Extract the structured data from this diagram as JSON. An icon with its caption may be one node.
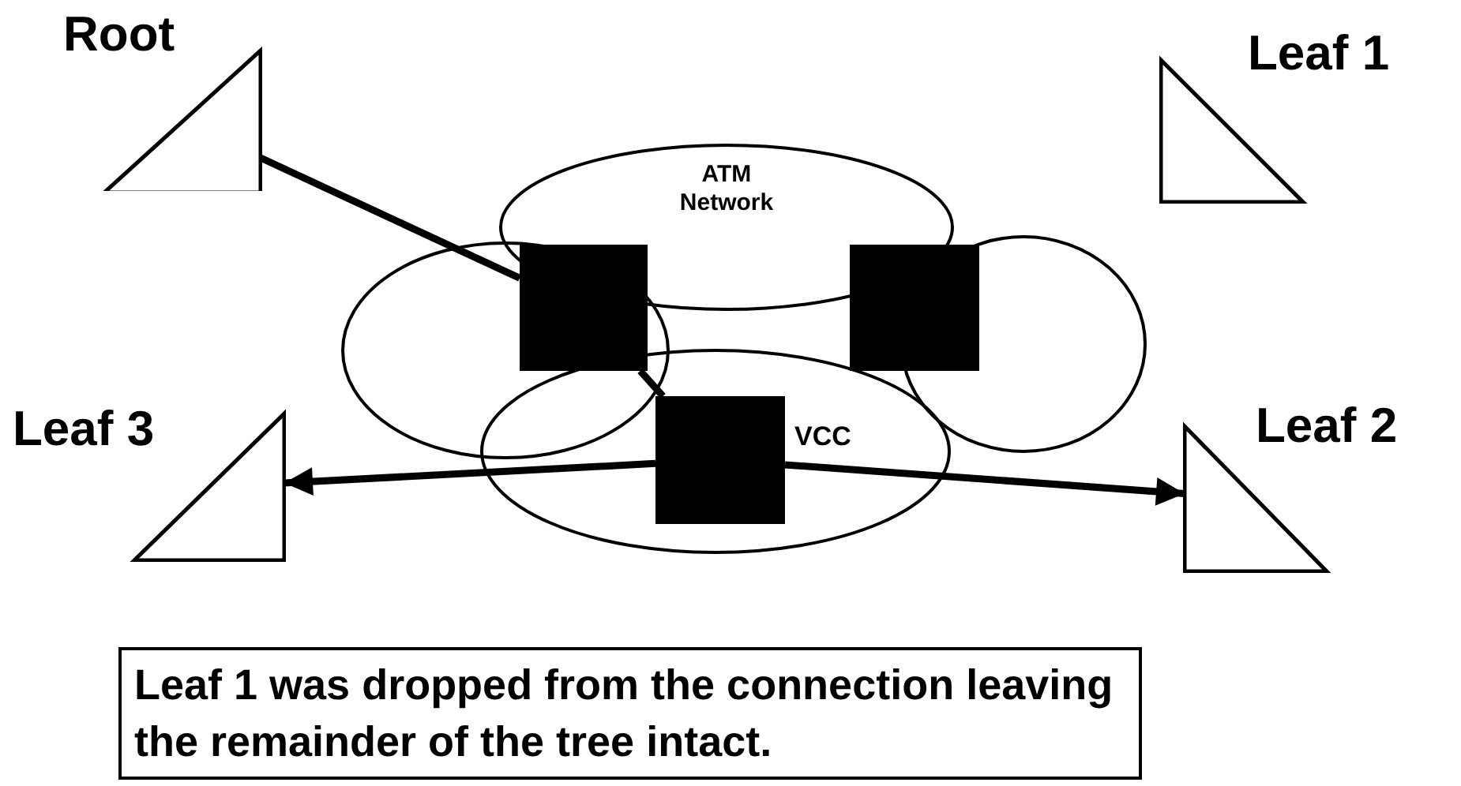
{
  "diagram": {
    "nodes": [
      {
        "text": [
          "Root"
        ]
      },
      {
        "text": [
          "Leaf 1"
        ]
      },
      {
        "text": [
          "Leaf 3"
        ]
      },
      {
        "text": [
          "Leaf 2"
        ]
      },
      {
        "text": [
          "ATM Network"
        ]
      },
      {
        "text": [],
        "shape": "box",
        "in": 4
      },
      {
        "text": [],
        "shape": "box",
        "in": 4
      },
      {
        "text": [],
        "shape": "box",
        "in": 4
      },
      {
        "text": [
          "Leaf 1 was dropped from the connection leaving the remainder of the tree intact."
        ]
      }
    ],
    "edges": [
      {
        "from": 0,
        "to": 5,
        "arrow": "none"
      },
      {
        "from": 5,
        "to": 7,
        "arrow": "none"
      },
      {
        "from": 7,
        "to": 2,
        "arrow": "to"
      },
      {
        "from": 7,
        "to": 3,
        "arrow": "to"
      }
    ],
    "labels": [
      "VCC"
    ]
  }
}
